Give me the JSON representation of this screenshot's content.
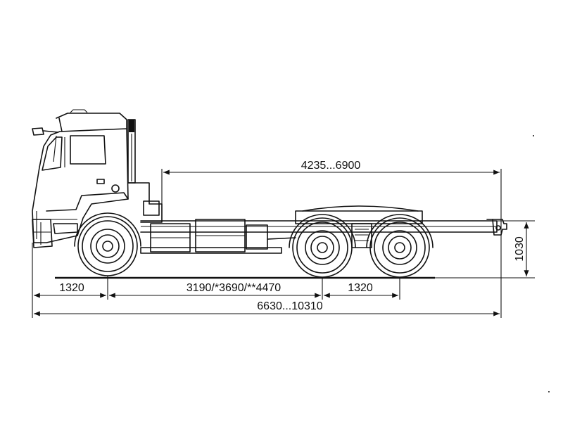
{
  "diagram": {
    "dimensions": {
      "front_overhang": "1320",
      "wheelbase": "3190/*3690/**4470",
      "rear_axle_spacing": "1320",
      "overall_length": "6630...10310",
      "frame_length": "4235...6900",
      "frame_height": "1030"
    }
  }
}
